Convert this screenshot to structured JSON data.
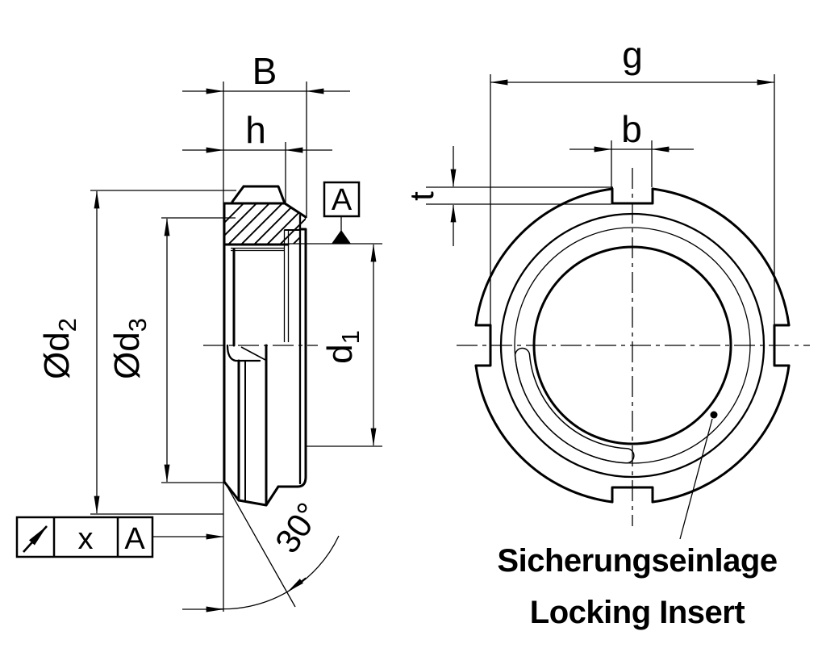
{
  "colors": {
    "ink": "#000000",
    "paper": "#ffffff"
  },
  "side_view": {
    "dim_B": "B",
    "dim_h": "h",
    "dim_d2": {
      "main": "Ød",
      "sub": "2"
    },
    "dim_d3": {
      "main": "Ød",
      "sub": "3"
    },
    "dim_d1": {
      "main": "d",
      "sub": "1"
    },
    "chamfer_angle": "30°",
    "datum_flag": "A",
    "runout_frame": {
      "symbol": "circular-runout-arrow",
      "tolerance": "x",
      "datum": "A"
    }
  },
  "front_view": {
    "dim_g": "g",
    "dim_b": "b",
    "dim_t": "t",
    "callout": {
      "line1": "Sicherungseinlage",
      "line2": "Locking Insert"
    }
  }
}
